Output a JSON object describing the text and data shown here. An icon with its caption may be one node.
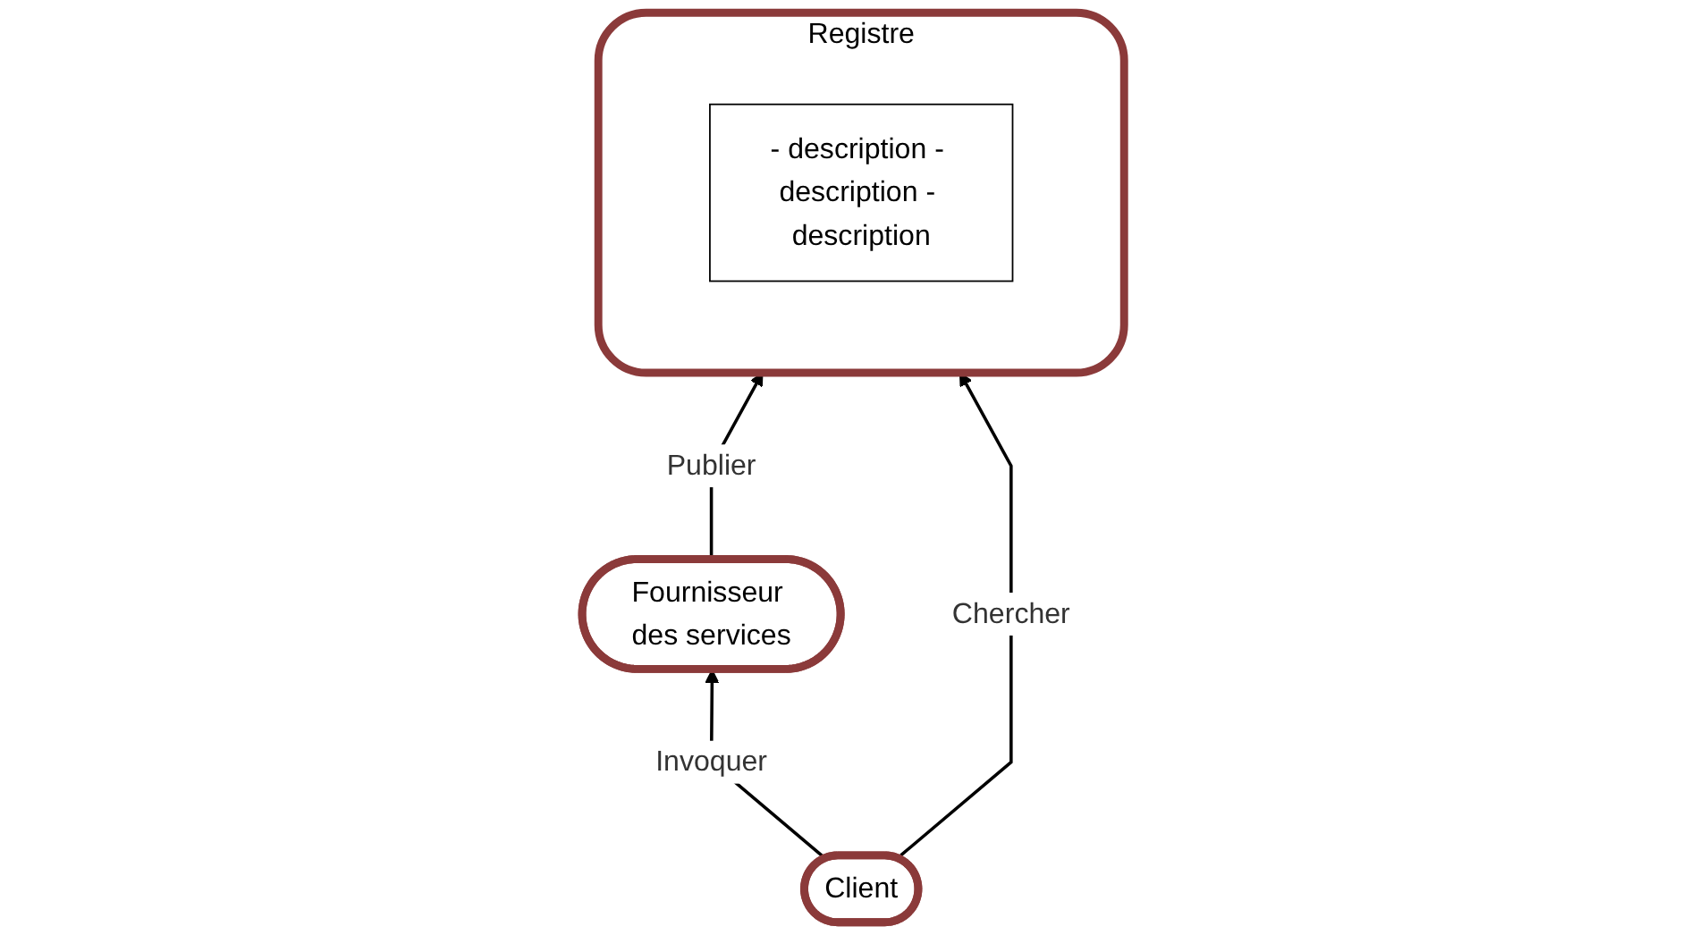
{
  "diagram": {
    "nodes": [
      {
        "text": [
          "Registre"
        ]
      },
      {
        "text": [
          "- description - description - description"
        ],
        "in": 0
      },
      {
        "text": [
          "Fournisseur des services"
        ]
      },
      {
        "text": [
          "Client"
        ]
      }
    ],
    "edges": [
      {
        "from": 2,
        "to": 0,
        "arrow": "to",
        "label": "Publier"
      },
      {
        "from": 3,
        "to": 0,
        "arrow": "to",
        "label": "Chercher"
      },
      {
        "from": 3,
        "to": 2,
        "arrow": "to",
        "label": "Invoquer"
      }
    ]
  }
}
